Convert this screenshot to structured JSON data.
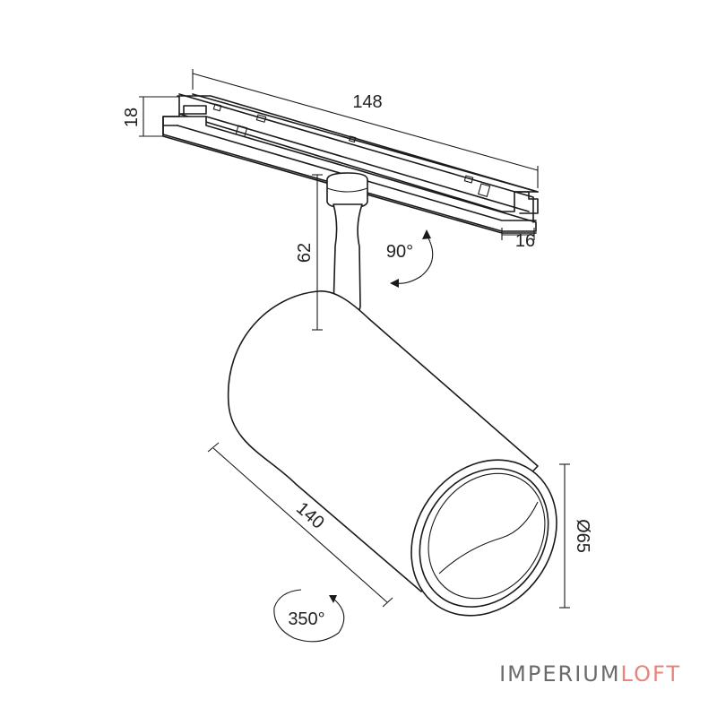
{
  "dimensions": {
    "rail_length": "148",
    "rail_height": "18",
    "rail_depth": "16",
    "stem_height": "62",
    "tilt_angle": "90°",
    "body_length": "140",
    "rotation_angle": "350°",
    "diameter": "Ø65"
  },
  "logo": {
    "part1": "IMPERIUM",
    "part2": "LOFT",
    "color1": "#6b6b6b",
    "color2": "#e8857a"
  },
  "colors": {
    "line": "#1a1a1a",
    "background": "#ffffff"
  }
}
